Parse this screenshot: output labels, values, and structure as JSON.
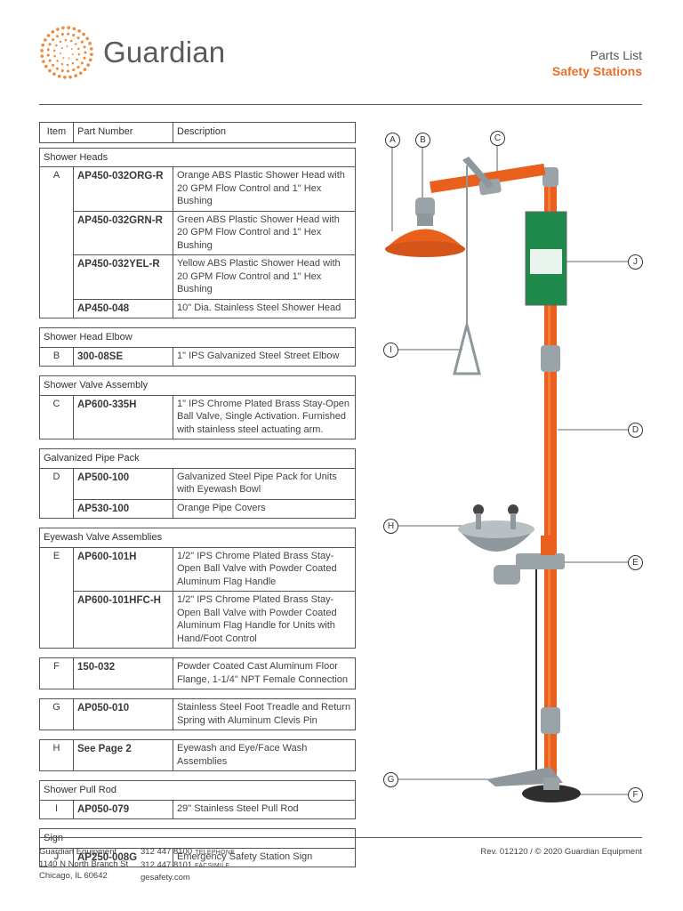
{
  "header": {
    "brand": "Guardian",
    "title": "Parts List",
    "subtitle": "Safety Stations"
  },
  "columns": {
    "item": "Item",
    "part": "Part Number",
    "desc": "Description"
  },
  "sections": {
    "s1": {
      "title": "Shower Heads"
    },
    "s2": {
      "title": "Shower Head Elbow"
    },
    "s3": {
      "title": "Shower Valve Assembly"
    },
    "s4": {
      "title": "Galvanized Pipe Pack"
    },
    "s5": {
      "title": "Eyewash Valve Assemblies"
    },
    "s6": {
      "title": "Shower Pull Rod"
    },
    "s7": {
      "title": "Sign"
    }
  },
  "rows": {
    "a1": {
      "item": "A",
      "part": "AP450-032ORG-R",
      "desc": "Orange ABS Plastic Shower Head with 20 GPM Flow Control and 1\" Hex Bushing"
    },
    "a2": {
      "part": "AP450-032GRN-R",
      "desc": "Green ABS Plastic Shower Head with 20 GPM Flow Control and 1\" Hex Bushing"
    },
    "a3": {
      "part": "AP450-032YEL-R",
      "desc": "Yellow ABS Plastic Shower Head with 20 GPM Flow Control and 1\" Hex Bushing"
    },
    "a4": {
      "part": "AP450-048",
      "desc": "10\" Dia. Stainless Steel Shower Head"
    },
    "b1": {
      "item": "B",
      "part": "300-08SE",
      "desc": "1\" IPS Galvanized Steel Street Elbow"
    },
    "c1": {
      "item": "C",
      "part": "AP600-335H",
      "desc": "1\" IPS Chrome Plated Brass Stay-Open Ball Valve, Single Activation. Furnished with stainless steel actuating arm."
    },
    "d1": {
      "item": "D",
      "part": "AP500-100",
      "desc": "Galvanized Steel Pipe Pack for Units with Eyewash Bowl"
    },
    "d2": {
      "part": "AP530-100",
      "desc": "Orange Pipe Covers"
    },
    "e1": {
      "item": "E",
      "part": "AP600-101H",
      "desc": "1/2\" IPS Chrome Plated Brass Stay-Open Ball Valve with Powder Coated Aluminum Flag Handle"
    },
    "e2": {
      "part": "AP600-101HFC-H",
      "desc": "1/2\" IPS Chrome Plated Brass Stay-Open Ball Valve with Powder Coated Aluminum Flag Handle for Units with Hand/Foot Control"
    },
    "f1": {
      "item": "F",
      "part": "150-032",
      "desc": "Powder Coated Cast Aluminum Floor Flange, 1-1/4\" NPT Female Connection"
    },
    "g1": {
      "item": "G",
      "part": "AP050-010",
      "desc": "Stainless Steel Foot Treadle and Return Spring with Aluminum Clevis Pin"
    },
    "h1": {
      "item": "H",
      "part": "See Page 2",
      "desc": "Eyewash and Eye/Face Wash Assemblies"
    },
    "i1": {
      "item": "I",
      "part": "AP050-079",
      "desc": "29\" Stainless Steel Pull Rod"
    },
    "j1": {
      "item": "J",
      "part": "AP250-008G",
      "desc": "Emergency Safety Station Sign"
    }
  },
  "callouts": {
    "A": "A",
    "B": "B",
    "C": "C",
    "D": "D",
    "E": "E",
    "F": "F",
    "G": "G",
    "H": "H",
    "I": "I",
    "J": "J"
  },
  "footer": {
    "company": "Guardian Equipment",
    "street": "1140 N North Branch St",
    "city": "Chicago, IL 60642",
    "phone": "312 447 8100",
    "phone_label": "TELEPHONE",
    "fax": "312 447 8101",
    "fax_label": "FACSIMILE",
    "web": "gesafety.com",
    "rev": "Rev. 012120 / © 2020 Guardian Equipment"
  },
  "colors": {
    "accent": "#e8702a",
    "orange_pipe": "#e8601c",
    "sign_green": "#1f8a4c"
  }
}
